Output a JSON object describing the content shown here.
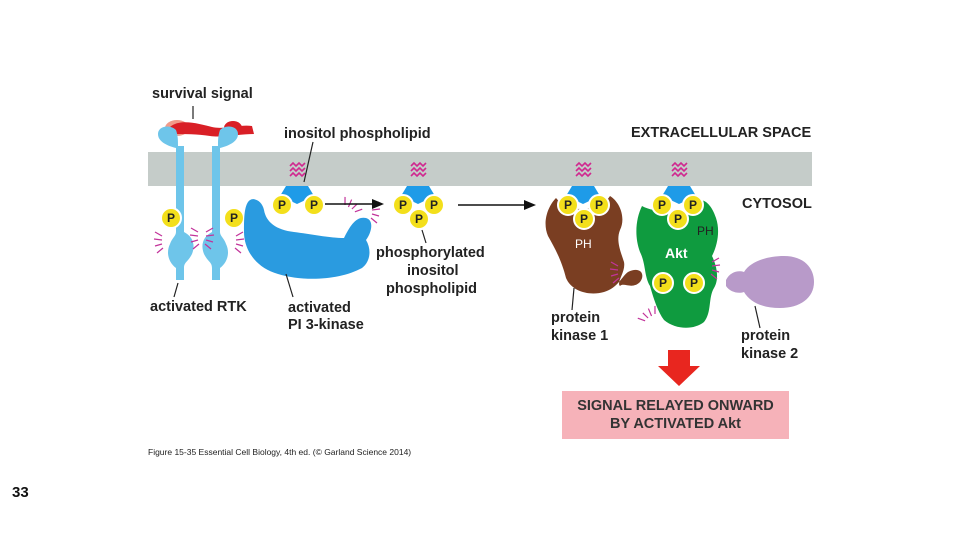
{
  "labels": {
    "survival_signal": "survival signal",
    "inositol_phospholipid": "inositol phospholipid",
    "extracellular_space": "EXTRACELLULAR SPACE",
    "cytosol": "CYTOSOL",
    "activated_rtk": "activated RTK",
    "activated_pi3k_line1": "activated",
    "activated_pi3k_line2": "PI 3-kinase",
    "phosphorylated_line1": "phosphorylated",
    "phosphorylated_line2": "inositol",
    "phosphorylated_line3": "phospholipid",
    "pk1_line1": "protein",
    "pk1_line2": "kinase 1",
    "pk2_line1": "protein",
    "pk2_line2": "kinase 2",
    "ph1": "PH",
    "ph2": "PH",
    "akt": "Akt",
    "phosphate": "P"
  },
  "output_box": {
    "line1": "SIGNAL RELAYED ONWARD",
    "line2": "BY ACTIVATED Akt"
  },
  "caption": "Figure 15-35  Essential Cell Biology, 4th ed. (© Garland Science 2014)",
  "page_number": "33",
  "colors": {
    "membrane": "#c5ccc9",
    "rtk": "#6ec5ea",
    "pi3k": "#2a9be0",
    "lipid_head": "#1e9be8",
    "phosphate": "#f3df1b",
    "pk1": "#7a3e22",
    "akt": "#0f9b3f",
    "pk2": "#b89ac9",
    "arrow": "#e8261f",
    "output_box": "#f6b2b9",
    "signal_red": "#d91f26",
    "signal_pink": "#f19b8a",
    "lipid_tail": "#d0288f"
  }
}
